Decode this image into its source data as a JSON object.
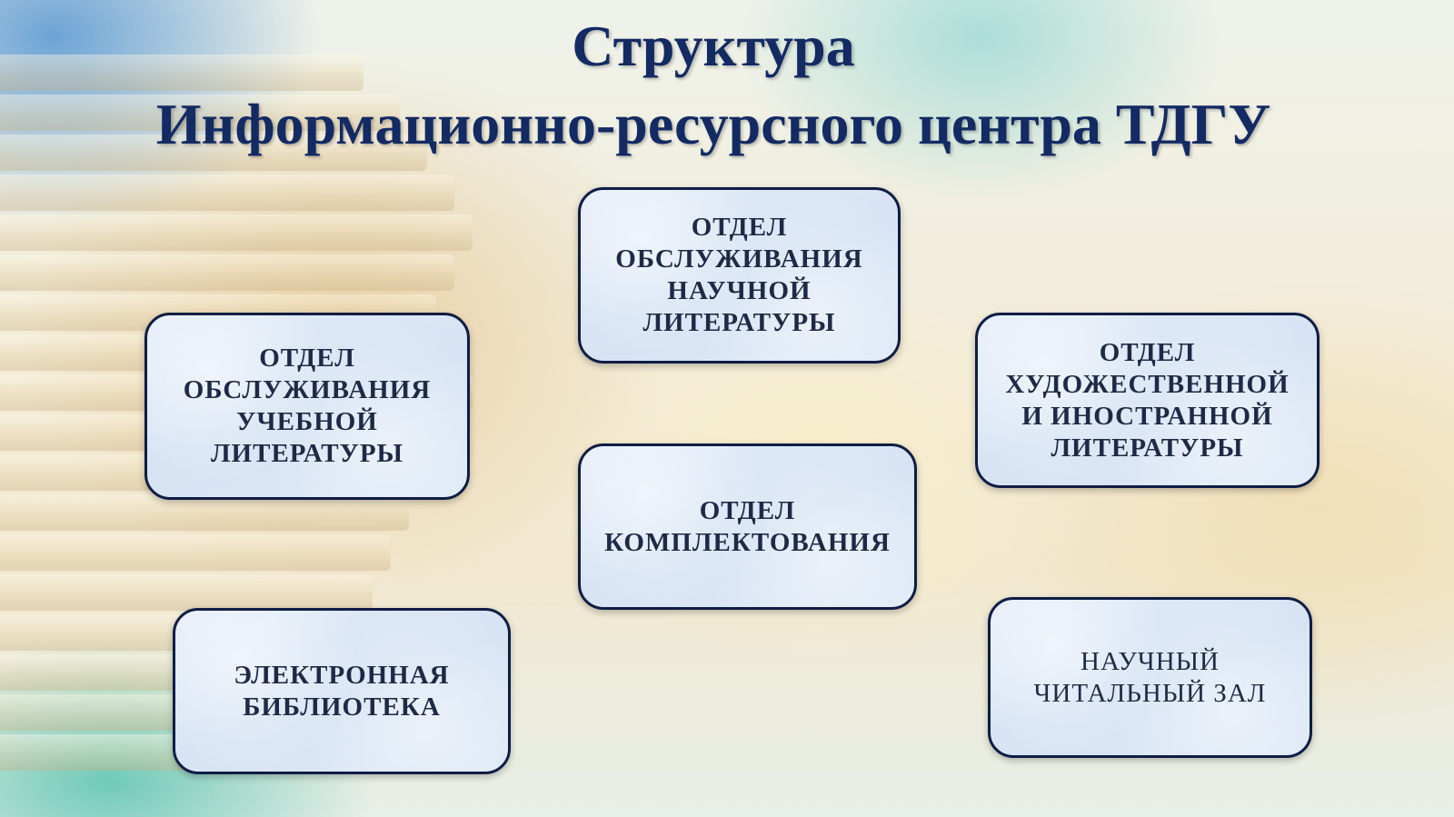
{
  "title": {
    "line1": "Структура",
    "line2": "Информационно-ресурсного центра ТДГУ"
  },
  "colors": {
    "title": "#132a63",
    "box_border": "#0f1d44",
    "box_fill": "#d6e3f4",
    "box_text": "#1e2a45"
  },
  "departments": [
    {
      "label": "ОТДЕЛ\nОБСЛУЖИВАНИЯ\nНАУЧНОЙ\nЛИТЕРАТУРЫ"
    },
    {
      "label": "ОТДЕЛ\nОБСЛУЖИВАНИЯ\nУЧЕБНОЙ\nЛИТЕРАТУРЫ"
    },
    {
      "label": "ОТДЕЛ\nХУДОЖЕСТВЕННОЙ\nИ ИНОСТРАННОЙ\nЛИТЕРАТУРЫ"
    },
    {
      "label": "ОТДЕЛ\nКОМПЛЕКТОВАНИЯ"
    },
    {
      "label": "ЭЛЕКТРОННАЯ\nБИБЛИОТЕКА"
    },
    {
      "label": "НАУЧНЫЙ\nЧИТАЛЬНЫЙ ЗАЛ"
    }
  ]
}
